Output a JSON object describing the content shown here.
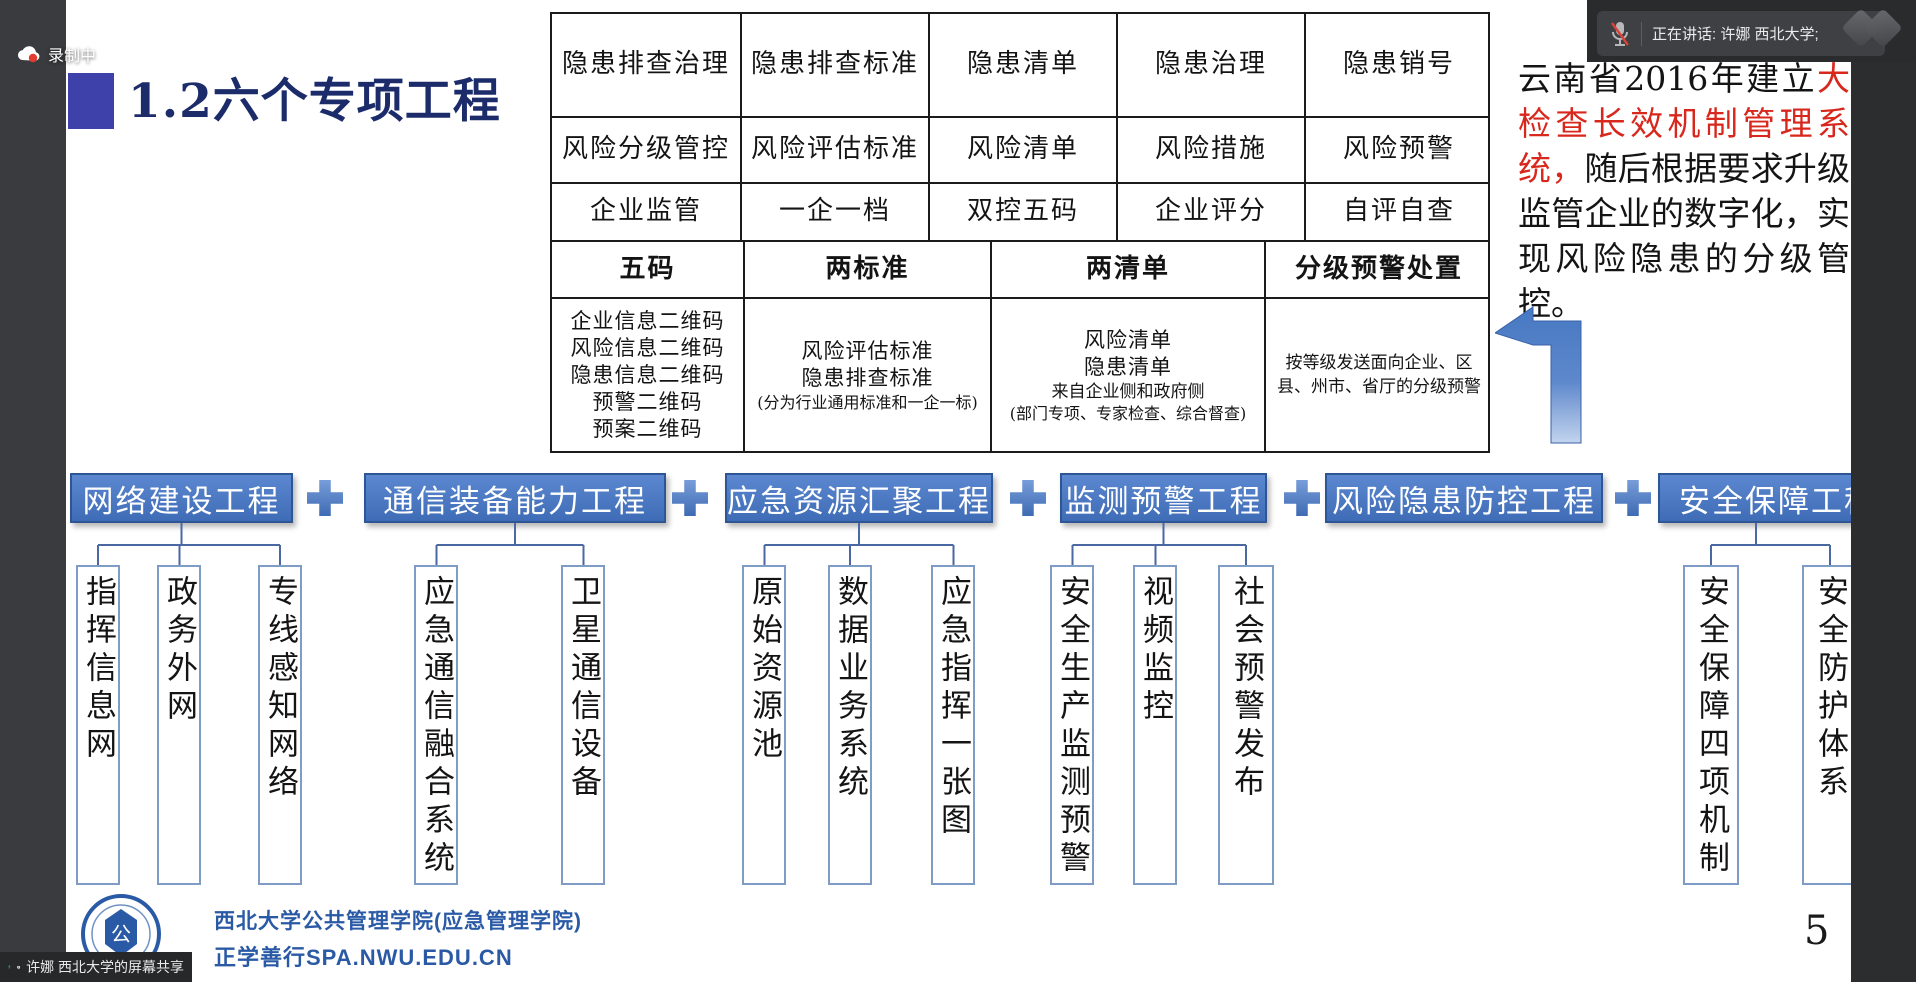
{
  "meeting": {
    "recording": {
      "label": "录制中"
    },
    "speaker_pill": {
      "label": "正在讲话: 许娜 西北大学;"
    },
    "share_bar": {
      "label": "许娜 西北大学的屏幕共享"
    }
  },
  "slide": {
    "title": "1.2六个专项工程",
    "page_number": "5",
    "note": {
      "prefix": "云南省2016年建立",
      "highlight": "大检查长效机制管理系统，",
      "suffix": "随后根据要求升级监管企业的数字化，实现风险隐患的分级管控。"
    },
    "table": {
      "rows": [
        [
          "隐患排查治理",
          "隐患排查标准",
          "隐患清单",
          "隐患治理",
          "隐患销号"
        ],
        [
          "风险分级管控",
          "风险评估标准",
          "风险清单",
          "风险措施",
          "风险预警"
        ],
        [
          "企业监管",
          "一企一档",
          "双控五码",
          "企业评分",
          "自评自查"
        ]
      ],
      "group_headers": [
        "五码",
        "两标准",
        "两清单",
        "分级预警处置"
      ],
      "details": [
        {
          "lines": [
            "企业信息二维码",
            "风险信息二维码",
            "隐患信息二维码",
            "预警二维码",
            "预案二维码"
          ]
        },
        {
          "lines": [
            "风险评估标准",
            "隐患排查标准"
          ],
          "small": "(分为行业通用标准和一企一标)"
        },
        {
          "lines": [
            "风险清单",
            "隐患清单"
          ],
          "mid": "来自企业侧和政府侧",
          "small": "(部门专项、专家检查、综合督查)"
        },
        {
          "small": "按等级发送面向企业、区县、州市、省厅的分级预警"
        }
      ]
    },
    "projects": [
      {
        "label": "网络建设工程",
        "children": [
          "指挥信息网",
          "政务外网",
          "专线感知网络"
        ]
      },
      {
        "label": "通信装备能力工程",
        "children": [
          "应急通信融合系统",
          "卫星通信设备"
        ]
      },
      {
        "label": "应急资源汇聚工程",
        "children": [
          "原始资源池",
          "数据业务系统",
          "应急指挥一张图"
        ]
      },
      {
        "label": "监测预警工程",
        "children": [
          "安全生产监测预警",
          "视频监控",
          "社会预警发布"
        ]
      },
      {
        "label": "风险隐患防控工程",
        "children": []
      },
      {
        "label": "安全保障工程",
        "children": [
          "安全保障四项机制",
          "安全防护体系"
        ]
      }
    ],
    "footer": {
      "org": "西北大学公共管理学院(应急管理学院)",
      "motto": "正学善行SPA.NWU.EDU.CN"
    }
  },
  "colors": {
    "bar_blue": "#4a77c2",
    "red_highlight": "#d8271d",
    "title_navy": "#1c2c6b",
    "footer_blue": "#2a5aa5",
    "chrome_dark": "#2c2d2f"
  }
}
